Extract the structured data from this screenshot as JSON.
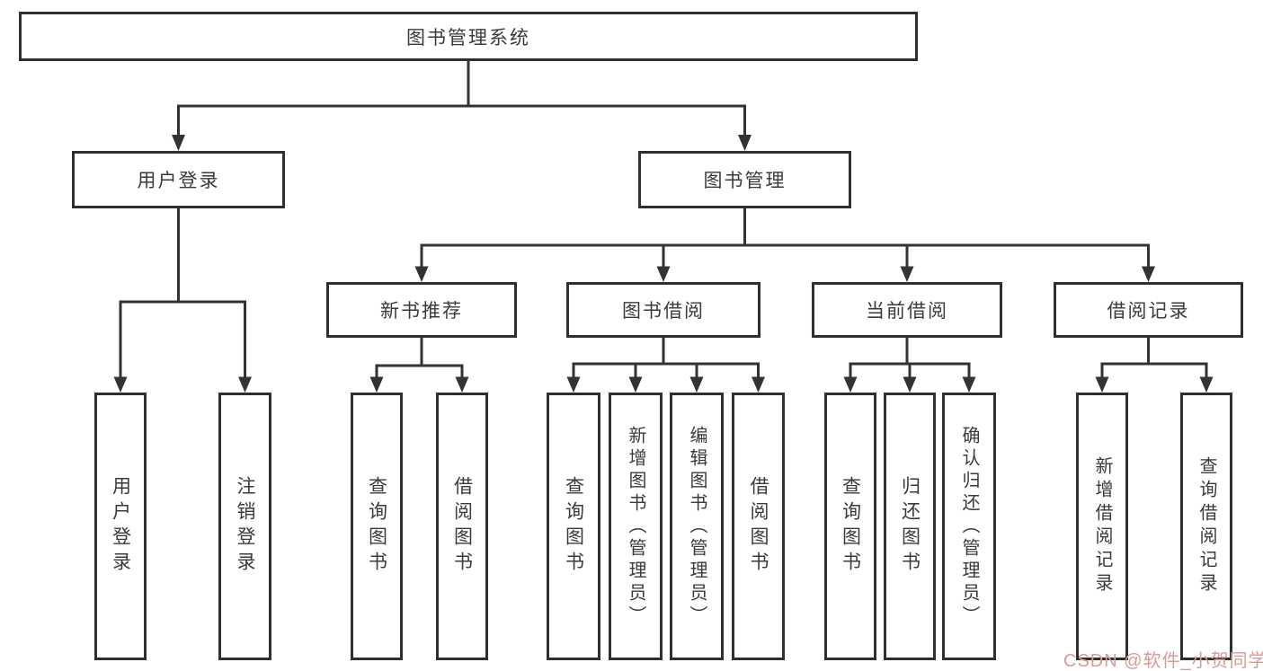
{
  "diagram": {
    "tree": {
      "label": "图书管理系统",
      "children": [
        {
          "label": "用户登录",
          "children": [
            {
              "label": "用户登录"
            },
            {
              "label": "注销登录"
            }
          ]
        },
        {
          "label": "图书管理",
          "children": [
            {
              "label": "新书推荐",
              "children": [
                {
                  "label": "查询图书"
                },
                {
                  "label": "借阅图书"
                }
              ]
            },
            {
              "label": "图书借阅",
              "children": [
                {
                  "label": "查询图书"
                },
                {
                  "label": "新增图书（管理员）"
                },
                {
                  "label": "编辑图书（管理员）"
                },
                {
                  "label": "借阅图书"
                }
              ]
            },
            {
              "label": "当前借阅",
              "children": [
                {
                  "label": "查询图书"
                },
                {
                  "label": "归还图书"
                },
                {
                  "label": "确认归还（管理员）"
                }
              ]
            },
            {
              "label": "借阅记录",
              "children": [
                {
                  "label": "新增借阅记录"
                },
                {
                  "label": "查询借阅记录"
                }
              ]
            }
          ]
        }
      ]
    },
    "colors": {
      "line": "#333333",
      "box_border": "#2f2f2f",
      "text": "#3a3a3a",
      "watermark": "#d89a9a"
    }
  },
  "watermark": {
    "text": "CSDN @软件_小贺同学"
  }
}
